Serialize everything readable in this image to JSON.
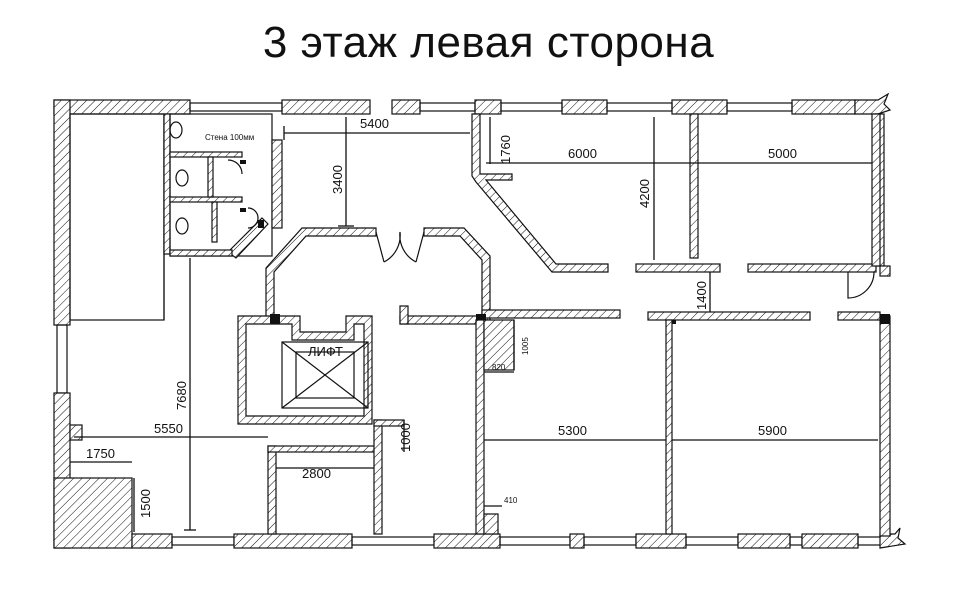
{
  "title": "3 этаж левая сторона",
  "elevator_label": "ЛИФТ",
  "wc_note": "Стена 100мм",
  "dimensions": {
    "d5400": "5400",
    "d1760": "1760",
    "d6000": "6000",
    "d5000": "5000",
    "d3400": "3400",
    "d4200": "4200",
    "d1400": "1400",
    "d1005": "1005",
    "d820": "820",
    "d7680": "7680",
    "d5550": "5550",
    "d5300": "5300",
    "d5900": "5900",
    "d1750": "1750",
    "d1500": "1500",
    "d2800": "2800",
    "d1000": "1000",
    "d410": "410"
  }
}
